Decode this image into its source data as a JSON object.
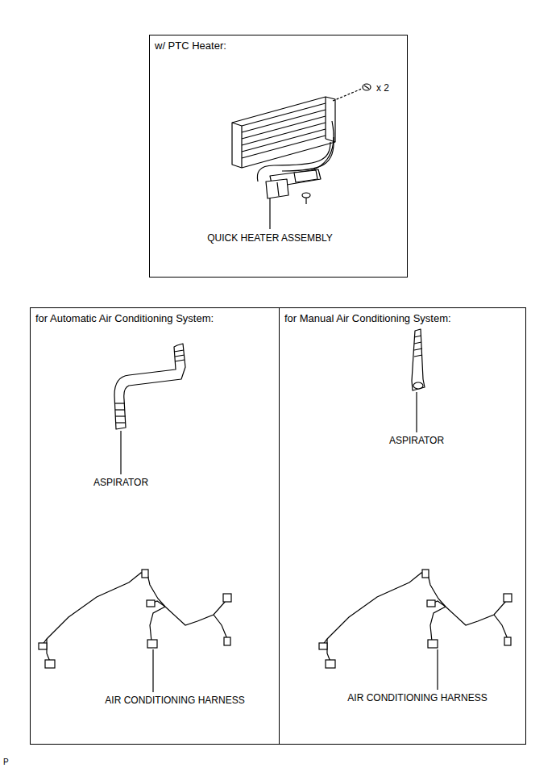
{
  "diagram": {
    "nodes": [
      {
        "text": [
          "w/ PTC Heater:"
        ]
      },
      {
        "text": [
          "for Automatic Air Conditioning System:"
        ]
      },
      {
        "text": [
          "for Manual Air Conditioning System:"
        ]
      }
    ],
    "labels": [
      "x 2",
      "QUICK HEATER ASSEMBLY",
      "ASPIRATOR",
      "AIR CONDITIONING HARNESS",
      "ASPIRATOR",
      "AIR CONDITIONING HARNESS",
      "P"
    ]
  }
}
